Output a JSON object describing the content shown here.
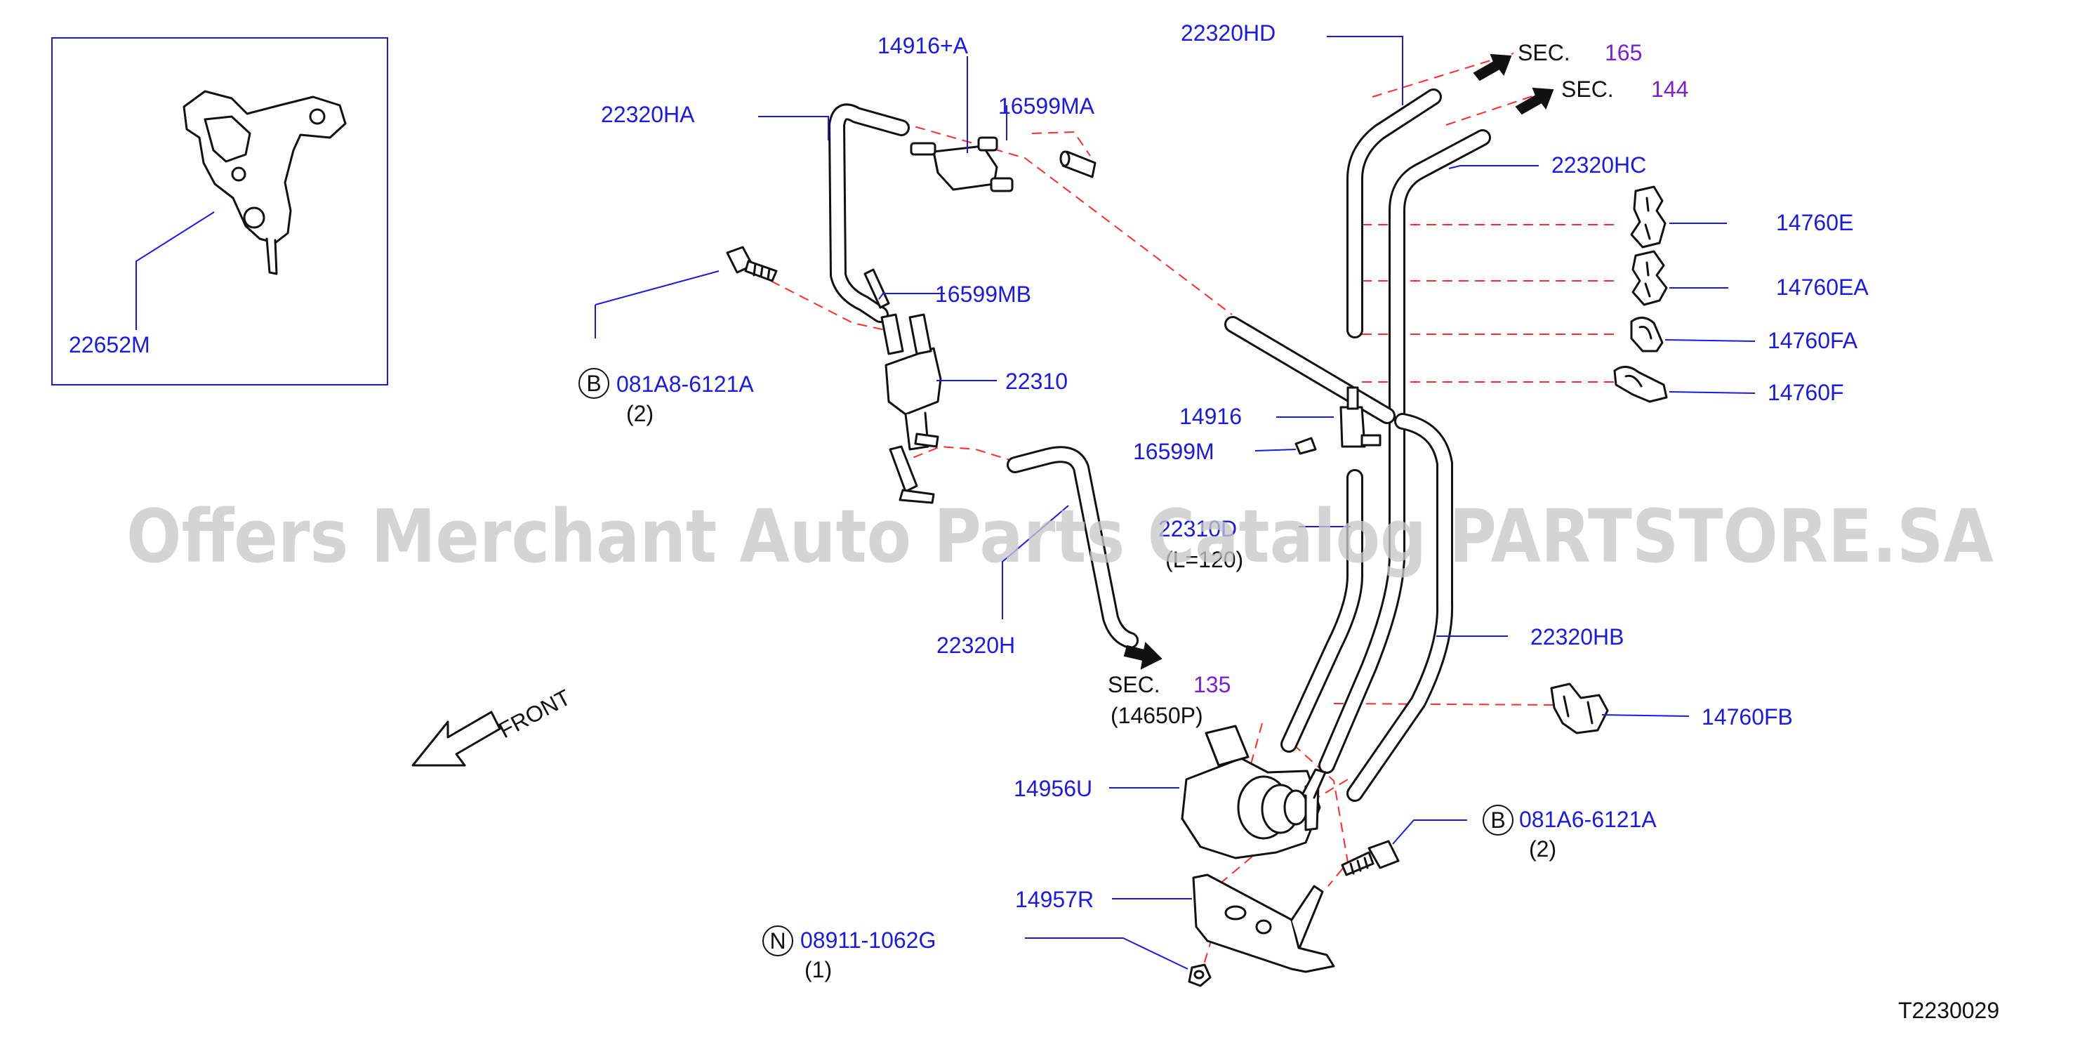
{
  "watermark": "Offers Merchant Auto Parts Catalog PARTSTORE.SA",
  "diagram_id": "T2230029",
  "front_label": "FRONT",
  "sec_word": "SEC.",
  "colors": {
    "part_link": "#1a1ae6",
    "section_ref": "#7a1fd6",
    "guide_line": "#ff2a2a",
    "watermark": "#c8c8c8"
  },
  "labels": {
    "p22652M": "22652M",
    "p14916A": "14916+A",
    "p16599MA": "16599MA",
    "p22320HA": "22320HA",
    "p22320HD": "22320HD",
    "p22320HC": "22320HC",
    "p14760E": "14760E",
    "p14760EA": "14760EA",
    "p14760FA": "14760FA",
    "p14760F": "14760F",
    "p16599MB": "16599MB",
    "p22310": "22310",
    "p081A8": "081A8-6121A",
    "p14916": "14916",
    "p16599M": "16599M",
    "p2231": "22310D",
    "p22320H": "22320H",
    "p22320HB": "22320HB",
    "p14760FB": "14760FB",
    "p14956U": "14956U",
    "p081A6": "081A6-6121A",
    "p14957R": "14957R",
    "p08911": "08911-1062G"
  },
  "sections": {
    "s165": "165",
    "s144": "144",
    "s135": "135"
  },
  "notes": {
    "qty_081A8": "(2)",
    "qty_081A6": "(2)",
    "qty_08911": "(1)",
    "len_2231": "(L=120)",
    "sub_135": "(14650P)"
  },
  "circle_marks": {
    "b1": "B",
    "b2": "B",
    "n1": "N"
  }
}
